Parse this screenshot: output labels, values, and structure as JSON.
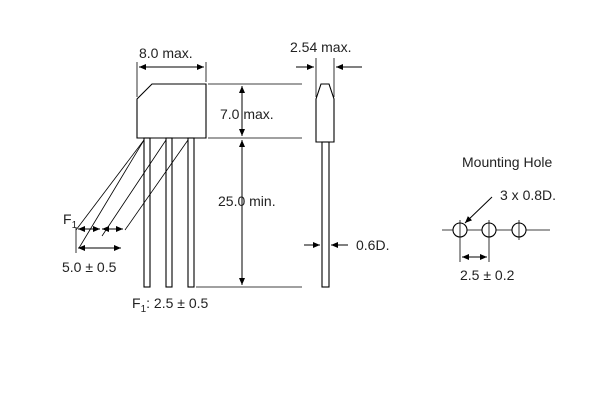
{
  "colors": {
    "line": "#000000",
    "text": "#222222",
    "background": "#ffffff"
  },
  "front_view": {
    "width_label": "8.0 max.",
    "height_label": "7.0 max.",
    "lead_length_label": "25.0 min.",
    "f1_label": "F",
    "f1_subscript": "1",
    "pitch_label": "5.0 ± 0.5",
    "f1_note_label": "F",
    "f1_note_subscript": "1",
    "f1_note_value": ":  2.5 ± 0.5"
  },
  "side_view": {
    "thickness_label": "2.54 max.",
    "lead_diameter_label": "0.6D."
  },
  "mounting_hole": {
    "title": "Mounting Hole",
    "hole_label": "3 x 0.8D.",
    "pitch_label": "2.5 ± 0.2"
  }
}
